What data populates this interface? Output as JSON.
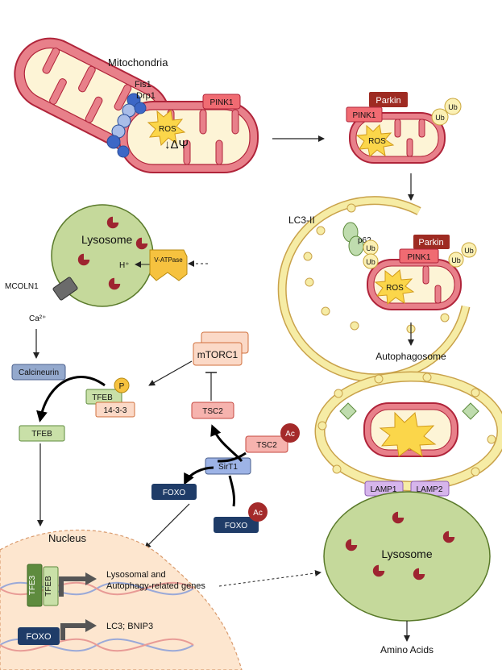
{
  "labels": {
    "mitochondria": "Mitochondria",
    "fis1": "Fis1",
    "drp1": "Drp1",
    "ros": "ROS",
    "delta_psi": "↓ΔΨ",
    "pink1": "PINK1",
    "parkin": "Parkin",
    "ub": "Ub",
    "lc3_ii": "LC3-II",
    "p62": "p62",
    "autophagosome": "Autophagosome",
    "lysosome": "Lysosome",
    "h_plus": "H⁺",
    "v_atpase": "V-ATPase",
    "mcoln1": "MCOLN1",
    "ca2plus": "Ca²⁺",
    "calcineurin": "Calcineurin",
    "p": "P",
    "tfeb": "TFEB",
    "protein_14_3_3": "14-3-3",
    "mtorc1": "mTORC1",
    "tsc2": "TSC2",
    "ac": "Ac",
    "sirt1": "SirT1",
    "foxo": "FOXO",
    "nucleus": "Nucleus",
    "tfe3": "TFE3",
    "lysosomal_genes_line1": "Lysosomal and",
    "lysosomal_genes_line2": "Autophagy-related genes",
    "lc3_bnip3": "LC3; BNIP3",
    "lamp1": "LAMP1",
    "lamp2": "LAMP2",
    "amino_acids": "Amino Acids"
  },
  "colors": {
    "mito_fill": "#e8808a",
    "mito_stroke": "#b0243a",
    "mito_inner": "#fdf4d6",
    "ros_fill": "#fbd64a",
    "pink1_fill": "#f06b72",
    "parkin_fill": "#9e2b22",
    "ub_fill": "#fbf0b4",
    "lysosome_fill": "#c5d99b",
    "enzyme_fill": "#9e2430",
    "v_atpase_fill": "#f6c23f",
    "calcineurin_fill": "#94a9cd",
    "tfeb_fill": "#c9e0a8",
    "orange_box_fill": "#fbd9c7",
    "tsc2_fill": "#f6b3ae",
    "ac_fill": "#a42a2a",
    "sirt1_fill": "#9db3e6",
    "foxo_fill": "#1f3c68",
    "nucleus_fill": "#fde6cf",
    "tfe3_fill": "#5e8b3e",
    "lamp_fill": "#d6b5ec",
    "autophagosome_ring": "#f6eca5",
    "p62_fill": "#bfdcae"
  }
}
